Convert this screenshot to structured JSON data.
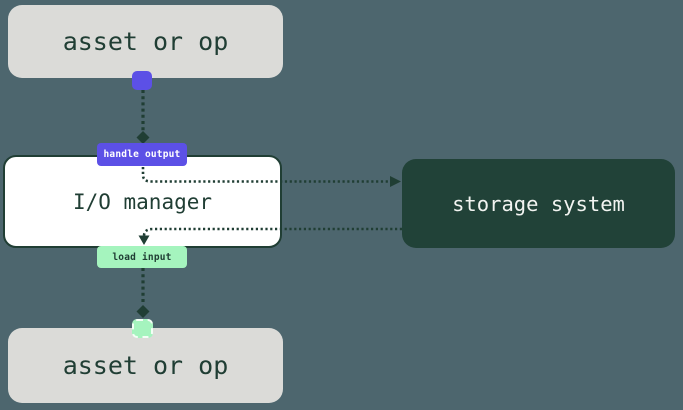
{
  "colors": {
    "background": "#4d666e",
    "line": "#203e34",
    "asset_bg": "#dbdbd8",
    "asset_text": "#203e34",
    "io_bg": "#ffffff",
    "storage_bg": "#214238",
    "storage_text": "#f2f4f1",
    "output_accent": "#5c50e6",
    "output_badge_text": "#ffffff",
    "input_accent": "#a5f4be"
  },
  "nodes": {
    "asset_top": "asset or op",
    "io_manager": "I/O manager",
    "storage": "storage system",
    "asset_bottom": "asset or op"
  },
  "badges": {
    "handle_output": "handle output",
    "load_input": "load input"
  },
  "connectors": {
    "asset_to_handle_output": "dotted line with diamond end",
    "handle_output_to_storage": "dotted line with right arrowhead",
    "storage_to_load_input": "dotted line with down arrowhead",
    "load_input_to_asset": "dotted line with diamond end"
  }
}
